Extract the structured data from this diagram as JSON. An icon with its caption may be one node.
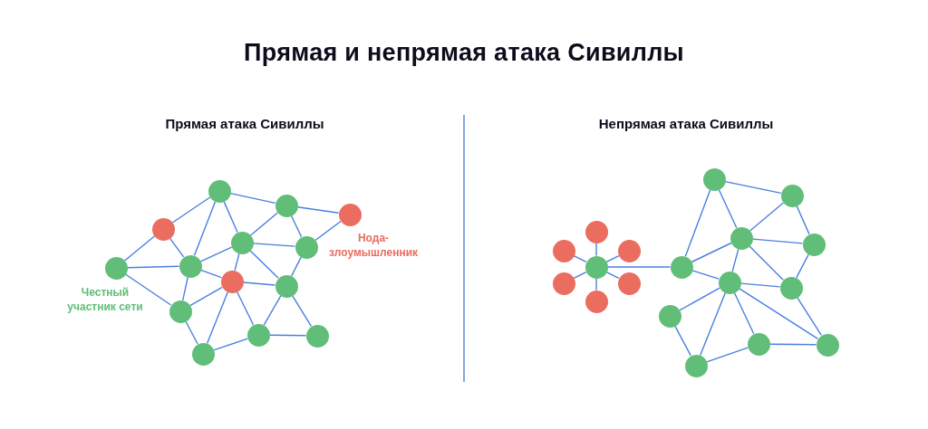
{
  "diagram": {
    "title": "Прямая и непрямая атака Сивиллы",
    "nodes": [
      {
        "text": [],
        "shape": "circle"
      },
      {
        "text": [],
        "shape": "circle"
      },
      {
        "text": [],
        "shape": "circle",
        "beside": [
          "Нода-злоумышленник"
        ]
      },
      {
        "text": [],
        "shape": "circle"
      },
      {
        "text": [],
        "shape": "circle"
      },
      {
        "text": [],
        "shape": "circle"
      },
      {
        "text": [],
        "shape": "circle",
        "beside": [
          "Честный участник сети"
        ]
      },
      {
        "text": [],
        "shape": "circle"
      },
      {
        "text": [],
        "shape": "circle"
      },
      {
        "text": [],
        "shape": "circle"
      },
      {
        "text": [],
        "shape": "circle"
      },
      {
        "text": [],
        "shape": "circle"
      },
      {
        "text": [],
        "shape": "circle"
      },
      {
        "text": [],
        "shape": "circle"
      },
      {
        "text": [],
        "shape": "circle"
      },
      {
        "text": [],
        "shape": "circle"
      },
      {
        "text": [],
        "shape": "circle"
      },
      {
        "text": [],
        "shape": "circle"
      },
      {
        "text": [],
        "shape": "circle"
      },
      {
        "text": [],
        "shape": "circle"
      },
      {
        "text": [],
        "shape": "circle"
      },
      {
        "text": [],
        "shape": "circle"
      },
      {
        "text": [],
        "shape": "circle"
      },
      {
        "text": [],
        "shape": "circle"
      },
      {
        "text": [],
        "shape": "circle"
      },
      {
        "text": [],
        "shape": "circle"
      },
      {
        "text": [],
        "shape": "circle"
      },
      {
        "text": [],
        "shape": "circle"
      },
      {
        "text": [],
        "shape": "circle"
      },
      {
        "text": [],
        "shape": "circle"
      },
      {
        "text": [],
        "shape": "circle"
      },
      {
        "text": [],
        "shape": "circle"
      }
    ],
    "edges": [
      {
        "from": 0,
        "to": 1,
        "arrow": "none"
      },
      {
        "from": 0,
        "to": 3,
        "arrow": "none"
      },
      {
        "from": 0,
        "to": 7,
        "arrow": "none"
      },
      {
        "from": 0,
        "to": 4,
        "arrow": "none"
      },
      {
        "from": 3,
        "to": 6,
        "arrow": "none"
      },
      {
        "from": 3,
        "to": 7,
        "arrow": "none"
      },
      {
        "from": 6,
        "to": 7,
        "arrow": "none"
      },
      {
        "from": 6,
        "to": 10,
        "arrow": "none"
      },
      {
        "from": 7,
        "to": 4,
        "arrow": "none"
      },
      {
        "from": 7,
        "to": 8,
        "arrow": "none"
      },
      {
        "from": 7,
        "to": 10,
        "arrow": "none"
      },
      {
        "from": 4,
        "to": 8,
        "arrow": "none"
      },
      {
        "from": 4,
        "to": 5,
        "arrow": "none"
      },
      {
        "from": 4,
        "to": 1,
        "arrow": "none"
      },
      {
        "from": 4,
        "to": 9,
        "arrow": "none"
      },
      {
        "from": 1,
        "to": 2,
        "arrow": "none"
      },
      {
        "from": 1,
        "to": 5,
        "arrow": "none"
      },
      {
        "from": 2,
        "to": 5,
        "arrow": "none"
      },
      {
        "from": 8,
        "to": 9,
        "arrow": "none"
      },
      {
        "from": 5,
        "to": 9,
        "arrow": "none"
      },
      {
        "from": 9,
        "to": 11,
        "arrow": "none"
      },
      {
        "from": 9,
        "to": 12,
        "arrow": "none"
      },
      {
        "from": 11,
        "to": 12,
        "arrow": "none"
      },
      {
        "from": 8,
        "to": 10,
        "arrow": "none"
      },
      {
        "from": 8,
        "to": 13,
        "arrow": "none"
      },
      {
        "from": 8,
        "to": 11,
        "arrow": "none"
      },
      {
        "from": 10,
        "to": 13,
        "arrow": "none"
      },
      {
        "from": 13,
        "to": 11,
        "arrow": "none"
      },
      {
        "from": 17,
        "to": 14,
        "arrow": "none"
      },
      {
        "from": 17,
        "to": 15,
        "arrow": "none"
      },
      {
        "from": 17,
        "to": 16,
        "arrow": "none"
      },
      {
        "from": 17,
        "to": 18,
        "arrow": "none"
      },
      {
        "from": 17,
        "to": 19,
        "arrow": "none"
      },
      {
        "from": 17,
        "to": 20,
        "arrow": "none"
      },
      {
        "from": 17,
        "to": 25,
        "arrow": "none"
      },
      {
        "from": 25,
        "to": 21,
        "arrow": "none"
      },
      {
        "from": 25,
        "to": 23,
        "arrow": "none"
      },
      {
        "from": 25,
        "to": 26,
        "arrow": "none"
      },
      {
        "from": 21,
        "to": 22,
        "arrow": "none"
      },
      {
        "from": 21,
        "to": 23,
        "arrow": "none"
      },
      {
        "from": 22,
        "to": 23,
        "arrow": "none"
      },
      {
        "from": 22,
        "to": 24,
        "arrow": "none"
      },
      {
        "from": 23,
        "to": 24,
        "arrow": "none"
      },
      {
        "from": 23,
        "to": 26,
        "arrow": "none"
      },
      {
        "from": 23,
        "to": 27,
        "arrow": "none"
      },
      {
        "from": 24,
        "to": 27,
        "arrow": "none"
      },
      {
        "from": 26,
        "to": 27,
        "arrow": "none"
      },
      {
        "from": 26,
        "to": 28,
        "arrow": "none"
      },
      {
        "from": 26,
        "to": 31,
        "arrow": "none"
      },
      {
        "from": 26,
        "to": 29,
        "arrow": "none"
      },
      {
        "from": 26,
        "to": 30,
        "arrow": "none"
      },
      {
        "from": 27,
        "to": 30,
        "arrow": "none"
      },
      {
        "from": 29,
        "to": 30,
        "arrow": "none"
      },
      {
        "from": 31,
        "to": 29,
        "arrow": "none"
      },
      {
        "from": 28,
        "to": 31,
        "arrow": "none"
      }
    ],
    "labels": [
      "Прямая атака Сивиллы",
      "Непрямая атака Сивиллы"
    ]
  }
}
